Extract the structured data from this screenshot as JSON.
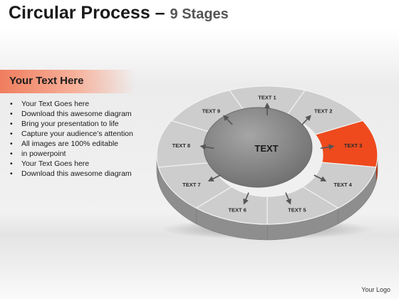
{
  "header": {
    "title_main": "Circular Process –",
    "title_sub": "9 Stages"
  },
  "sidebar": {
    "heading": "Your Text Here",
    "bullets": [
      "Your Text Goes here",
      "Download this awesome diagram",
      "Bring your presentation to life",
      "Capture your audience’s attention",
      "All images are 100% editable",
      "in powerpoint",
      "Your Text Goes here",
      "Download this awesome diagram"
    ]
  },
  "diagram": {
    "center_label": "TEXT",
    "segments": [
      {
        "label": "TEXT 1",
        "highlight": false
      },
      {
        "label": "TEXT 2",
        "highlight": false
      },
      {
        "label": "TEXT 3",
        "highlight": true
      },
      {
        "label": "TEXT 4",
        "highlight": false
      },
      {
        "label": "TEXT 5",
        "highlight": false
      },
      {
        "label": "TEXT 6",
        "highlight": false
      },
      {
        "label": "TEXT 7",
        "highlight": false
      },
      {
        "label": "TEXT 8",
        "highlight": false
      },
      {
        "label": "TEXT 9",
        "highlight": false
      }
    ],
    "colors": {
      "segment_top": "#cdcdcd",
      "segment_side": "#8e8e8e",
      "highlight_top": "#ee4a1e",
      "highlight_side": "#b8320f",
      "hub": "#8a8a8a"
    }
  },
  "footer": {
    "logo_text": "Your Logo"
  }
}
